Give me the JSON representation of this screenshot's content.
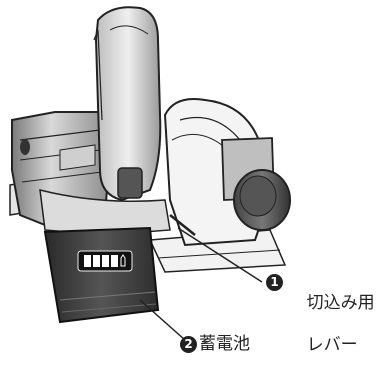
{
  "callouts": [
    {
      "number": "1",
      "label_line1": "切込み用",
      "label_line2": "レバー"
    },
    {
      "number": "2",
      "label_line1": "蓄電池"
    }
  ],
  "colors": {
    "ink": "#222222",
    "body_light": "#e9e9e9",
    "body_mid": "#cfcfcf",
    "body_dark": "#3a3a3a"
  }
}
